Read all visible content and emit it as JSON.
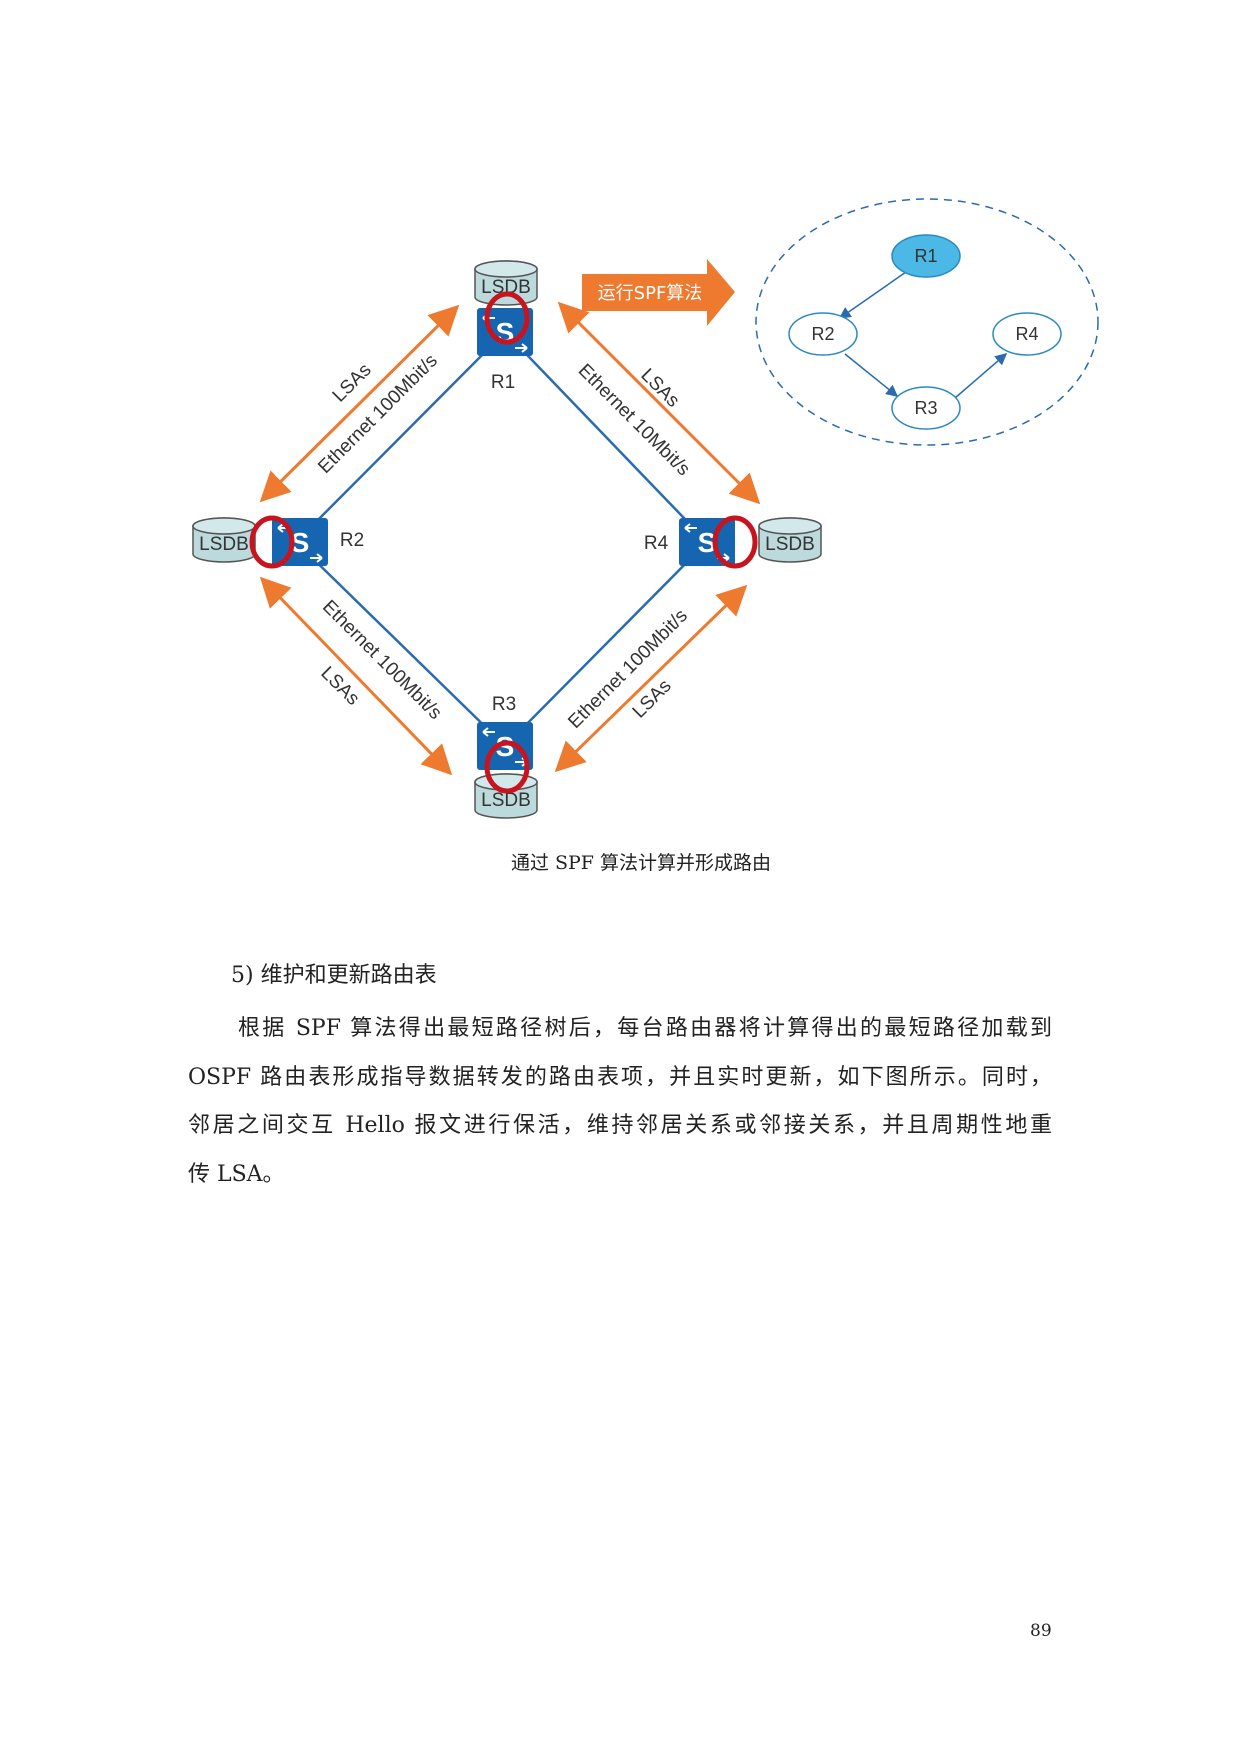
{
  "figure": {
    "spf_arrow_label": "运行SPF算法",
    "lsdb_label": "LSDB",
    "routers": [
      "R1",
      "R2",
      "R3",
      "R4"
    ],
    "links": {
      "r1_r2": "Ethernet 100Mbit/s",
      "r1_r4": "Ethernet 10Mbit/s",
      "r2_r3": "Ethernet 100Mbit/s",
      "r3_r4": "Ethernet 100Mbit/s"
    },
    "lsas_label": "LSAs",
    "tree_nodes": [
      "R1",
      "R2",
      "R3",
      "R4"
    ],
    "colors": {
      "orange": "#ee7a30",
      "blue_link": "#2a6bb0",
      "router": "#1565b0",
      "root_node": "#4bb8e6",
      "red_loop": "#c8141e",
      "lsdb": "#bcdadc"
    },
    "caption": "通过 SPF 算法计算并形成路由"
  },
  "section": {
    "heading": "5)  维护和更新路由表",
    "lines": [
      "根据 SPF 算法得出最短路径树后，每台路由器将计算得出的最短路径加载到",
      "OSPF 路由表形成指导数据转发的路由表项，并且实时更新，如下图所示。同时，",
      "邻居之间交互 Hello 报文进行保活，维持邻居关系或邻接关系，并且周期性地重",
      "传 LSA。"
    ]
  },
  "page_number": "89"
}
